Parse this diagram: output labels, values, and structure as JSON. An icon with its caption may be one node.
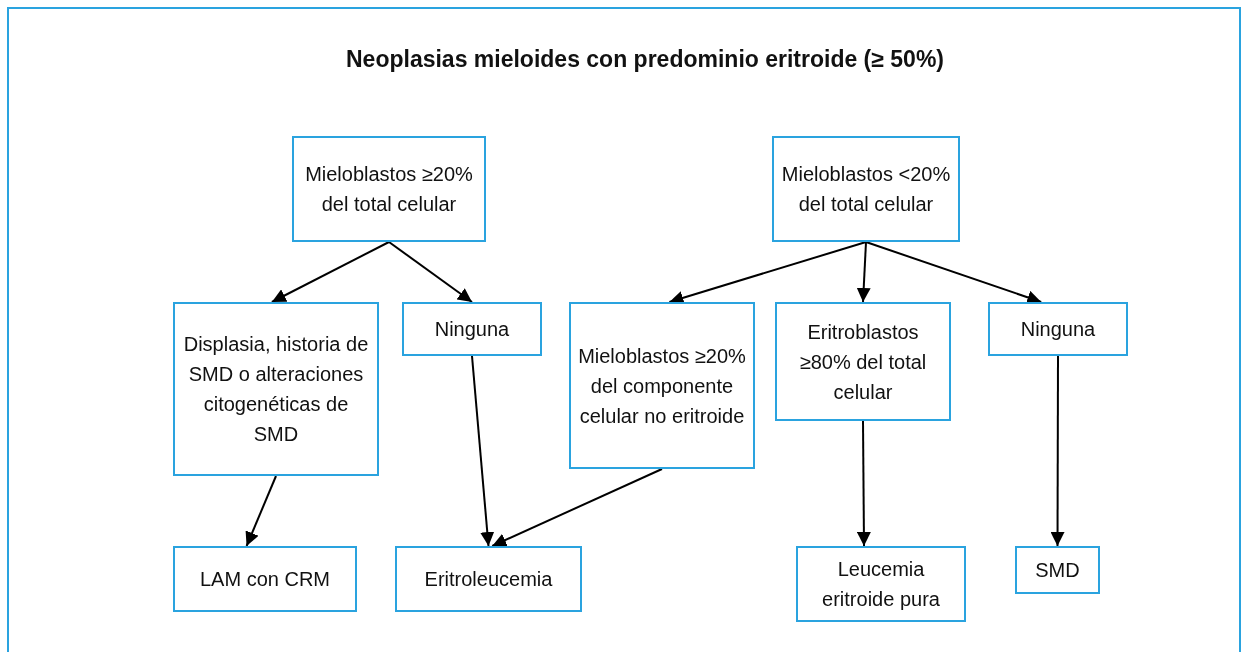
{
  "diagram": {
    "title": "Neoplasias mieloides con predominio eritroide (≥ 50%)",
    "nodes": [
      {
        "text": [
          "Mieloblastos ≥20% del total celular"
        ]
      },
      {
        "text": [
          "Mieloblastos <20% del total celular"
        ]
      },
      {
        "text": [
          "Displasia, historia de SMD o alteraciones citogenéticas de SMD"
        ]
      },
      {
        "text": [
          "Ninguna"
        ]
      },
      {
        "text": [
          "Mieloblastos ≥20% del componente celular no eritroide"
        ]
      },
      {
        "text": [
          "Eritroblastos ≥80% del total celular"
        ]
      },
      {
        "text": [
          "Ninguna"
        ]
      },
      {
        "text": [
          "LAM con CRM"
        ]
      },
      {
        "text": [
          "Eritroleucemia"
        ]
      },
      {
        "text": [
          "Leucemia eritroide pura"
        ]
      },
      {
        "text": [
          "SMD"
        ]
      }
    ],
    "edges": [
      {
        "from": 0,
        "to": 2,
        "arrow": "to"
      },
      {
        "from": 0,
        "to": 3,
        "arrow": "to"
      },
      {
        "from": 1,
        "to": 4,
        "arrow": "to"
      },
      {
        "from": 1,
        "to": 5,
        "arrow": "to"
      },
      {
        "from": 1,
        "to": 6,
        "arrow": "to"
      },
      {
        "from": 2,
        "to": 7,
        "arrow": "to"
      },
      {
        "from": 3,
        "to": 8,
        "arrow": "to"
      },
      {
        "from": 4,
        "to": 8,
        "arrow": "to"
      },
      {
        "from": 5,
        "to": 9,
        "arrow": "to"
      },
      {
        "from": 6,
        "to": 10,
        "arrow": "to"
      }
    ]
  }
}
